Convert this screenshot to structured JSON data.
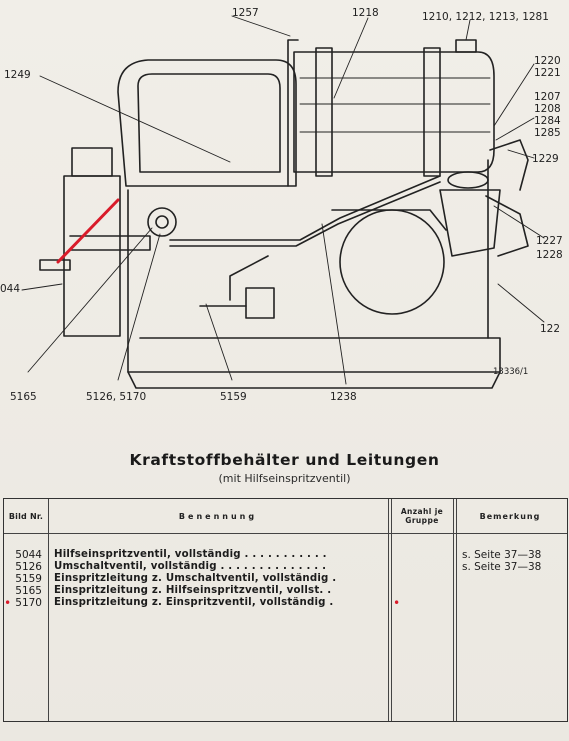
{
  "figure": {
    "drawing_number": "13336/1",
    "callouts": [
      "1257",
      "1218",
      "1210, 1212, 1213, 1281",
      "1249",
      "1220",
      "1221",
      "1207",
      "1208",
      "1284",
      "1285",
      "1229",
      "1227",
      "1228",
      "044",
      "122",
      "5165",
      "5126, 5170",
      "5159",
      "1238"
    ]
  },
  "section": {
    "title": "Kraftstoffbehälter und Leitungen",
    "subtitle": "(mit Hilfseinspritzventil)"
  },
  "table": {
    "headers": {
      "bild_nr": "Bild Nr.",
      "benennung": "Benennung",
      "anzahl": "Anzahl je Gruppe",
      "bemerkung": "Bemerkung"
    },
    "rows": [
      {
        "nr": "5044",
        "name": "Hilfseinspritzventil, vollständig . . . . . . . . . . .",
        "remark": "s. Seite 37—38"
      },
      {
        "nr": "5126",
        "name": "Umschaltventil, vollständig . . . . . . . . . . . . . .",
        "remark": "s. Seite 37—38"
      },
      {
        "nr": "5159",
        "name": "Einspritzleitung z. Umschaltventil, vollständig .",
        "remark": ""
      },
      {
        "nr": "5165",
        "name": "Einspritzleitung z. Hilfseinspritzventil, vollst. .",
        "remark": ""
      },
      {
        "nr": "5170",
        "name": "Einspritzleitung z. Einspritzventil, vollständig .",
        "remark": ""
      }
    ]
  },
  "colors": {
    "ink": "#1d1d1d",
    "paper": "#efece6",
    "annotation_red": "#d91b2a"
  }
}
